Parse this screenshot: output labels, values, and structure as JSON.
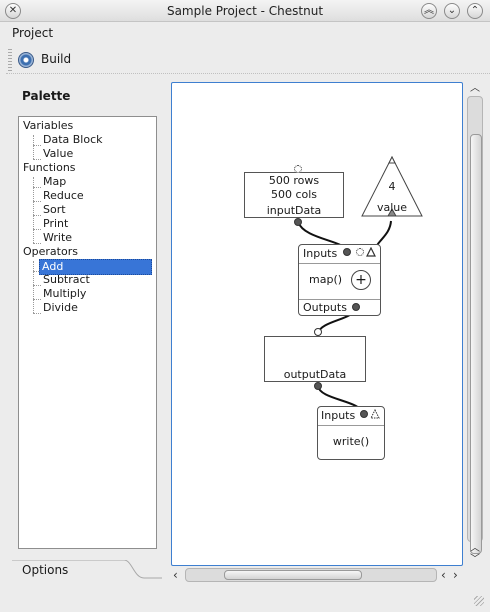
{
  "window": {
    "title": "Sample Project - Chestnut"
  },
  "menu": {
    "project": "Project"
  },
  "toolbar": {
    "build_label": "Build"
  },
  "palette": {
    "title": "Palette",
    "groups": [
      {
        "label": "Variables",
        "items": [
          "Data Block",
          "Value"
        ]
      },
      {
        "label": "Functions",
        "items": [
          "Map",
          "Reduce",
          "Sort",
          "Print",
          "Write"
        ]
      },
      {
        "label": "Operators",
        "items": [
          "Add",
          "Subtract",
          "Multiply",
          "Divide"
        ]
      }
    ],
    "selected": "Add"
  },
  "tabs": {
    "options": "Options"
  },
  "canvas": {
    "data_block": {
      "rows": "500 rows",
      "cols": "500 cols",
      "name": "inputData"
    },
    "value": {
      "number": "4",
      "name": "value"
    },
    "map_node": {
      "inputs": "Inputs",
      "function": "map()",
      "operator": "+",
      "outputs": "Outputs"
    },
    "output_block": {
      "name": "outputData"
    },
    "write_node": {
      "inputs": "Inputs",
      "function": "write()"
    }
  }
}
